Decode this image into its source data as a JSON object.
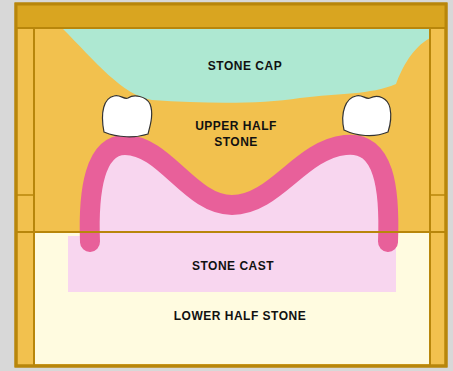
{
  "diagram": {
    "labels": [
      "STONE CAP",
      "UPPER HALF STONE",
      "STONE CAST",
      "LOWER HALF STONE"
    ]
  }
}
